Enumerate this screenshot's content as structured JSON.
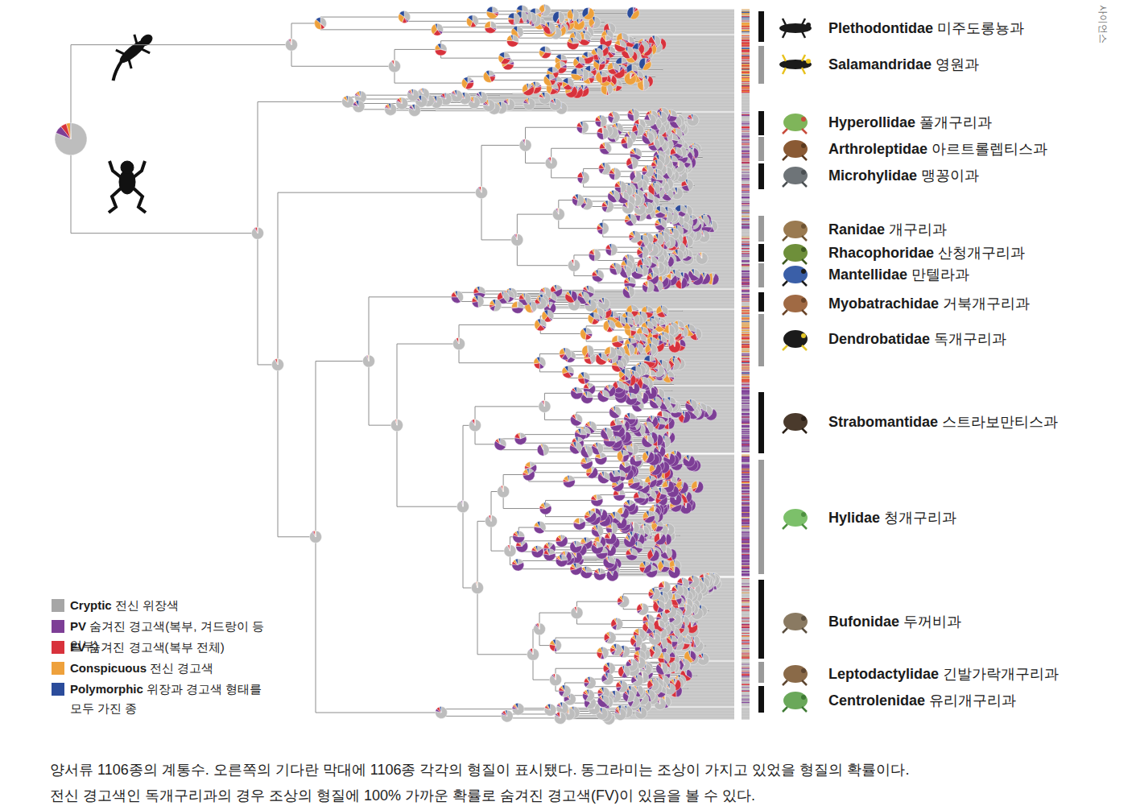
{
  "diagram": {
    "caption": "양서류 1106종의 계통수. 오른쪽의 기다란 막대에 1106종 각각의 형질이 표시됐다. 동그라미는 조상이 가지고 있었을 형질의 확률이다. 전신 경고색인 독개구리과의 경우 조상의 형질에 100% 가까운 확률로 숨겨진 경고색(FV)이 있음을 볼 수 있다.",
    "labels": [
      "Plethodontidae 미주도롱뇽과",
      "Salamandridae 영원과",
      "Hyperollidae 풀개구리과",
      "Arthroleptidae 아르트롤렙티스과",
      "Microhylidae 맹꽁이과",
      "Ranidae 개구리과",
      "Rhacophoridae 산청개구리과",
      "Mantellidae 만텔라과",
      "Myobatrachidae 거북개구리과",
      "Dendrobatidae 독개구리과",
      "Strabomantidae 스트라보만티스과",
      "Hylidae 청개구리과",
      "Bufonidae 두꺼비과",
      "Leptodactylidae 긴발가락개구리과",
      "Centrolenidae 유리개구리과",
      "사이언스"
    ],
    "legend": [
      {
        "text": "Cryptic 전신 위장색",
        "color": "#a6a6a6"
      },
      {
        "text": "PV 숨겨진 경고색(복부, 겨드랑이 등 일부)",
        "color": "#7d3e96"
      },
      {
        "text": "FV 숨겨진 경고색(복부 전체)",
        "color": "#d8323c"
      },
      {
        "text": "Conspicuous 전신 경고색",
        "color": "#eea13c"
      },
      {
        "text": "Polymorphic 위장과 경고색 형태를 모두 가진 종",
        "color": "#2b4c9b"
      }
    ]
  }
}
